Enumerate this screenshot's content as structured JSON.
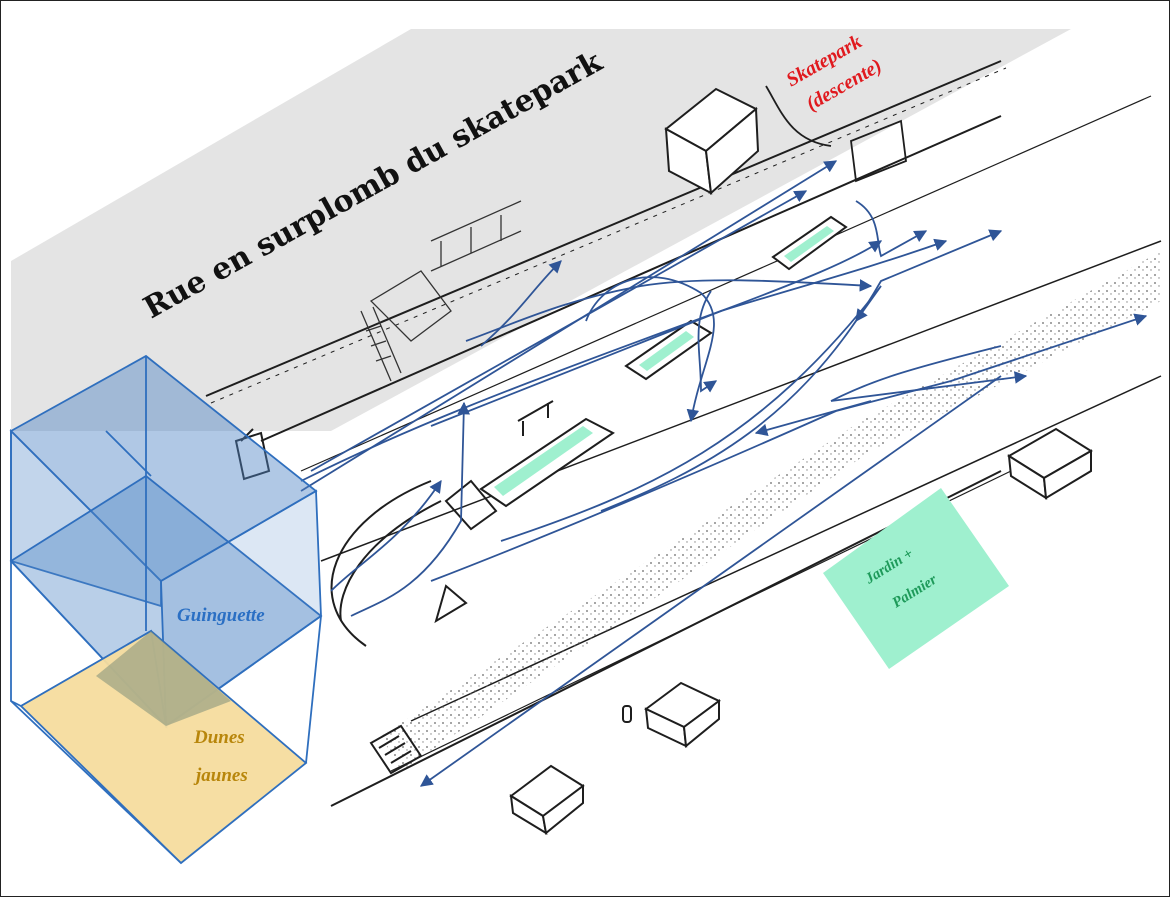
{
  "labels": {
    "street": "Rue en surplomb du skatepark",
    "skatepark_line1": "Skatepark",
    "skatepark_line2": "(descente)",
    "guinguette": "Guinguette",
    "dunes_line1": "Dunes",
    "dunes_line2": "jaunes",
    "jardin_line1": "Jardin +",
    "jardin_line2": "Palmier"
  },
  "colors": {
    "street_band": "#e4e4e4",
    "guinguette_fill": "#4f86c6",
    "guinguette_stroke": "#2f6fbe",
    "dunes_fill": "#f6dc9e",
    "dunes_text": "#b8860b",
    "jardin_fill": "#9ff0cf",
    "jardin_text": "#1e9a5a",
    "skatepark_text": "#e0191e",
    "guinguette_text": "#2a6fc4",
    "path_arrows": "#2f5597",
    "sketch_ink": "#1e1e1e",
    "planter_fill": "#9ff0cf"
  },
  "icons": [
    "arrowhead",
    "bench-icon",
    "lamp-icon"
  ]
}
